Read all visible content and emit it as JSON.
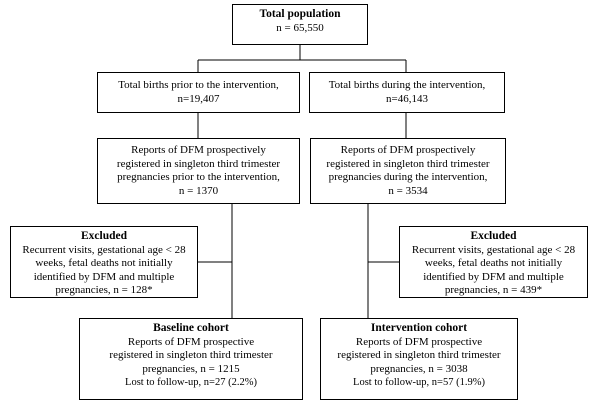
{
  "total": {
    "title": "Total population",
    "n": "n = 65,550"
  },
  "prior": {
    "line1": "Total births prior to the intervention,",
    "line2": "n=19,407"
  },
  "during": {
    "line1": "Total births during the intervention,",
    "line2": "n=46,143"
  },
  "dfm_prior": {
    "line1": "Reports of DFM prospectively",
    "line2": "registered in singleton third trimester",
    "line3": "pregnancies prior to the intervention,",
    "line4": "n = 1370"
  },
  "dfm_during": {
    "line1": "Reports of DFM prospectively",
    "line2": "registered in singleton third trimester",
    "line3": "pregnancies during the intervention,",
    "line4": "n = 3534"
  },
  "excluded_prior": {
    "title": "Excluded",
    "line1": "Recurrent visits, gestational age < 28",
    "line2": "weeks, fetal deaths not initially",
    "line3": "identified by DFM and multiple",
    "line4": "pregnancies, n = 128*"
  },
  "excluded_during": {
    "title": "Excluded",
    "line1": "Recurrent visits, gestational age < 28",
    "line2": "weeks, fetal deaths not initially",
    "line3": "identified by DFM and multiple",
    "line4": "pregnancies, n = 439*"
  },
  "baseline": {
    "title": "Baseline cohort",
    "line1": "Reports of DFM prospective",
    "line2": "registered in singleton third trimester",
    "line3": "pregnancies, n = 1215",
    "line4": "Lost to follow-up, n=27 (2.2%)"
  },
  "intervention": {
    "title": "Intervention cohort",
    "line1": "Reports of DFM prospective",
    "line2": "registered in singleton third trimester",
    "line3": "pregnancies, n = 3038",
    "line4": "Lost to follow-up, n=57 (1.9%)"
  }
}
